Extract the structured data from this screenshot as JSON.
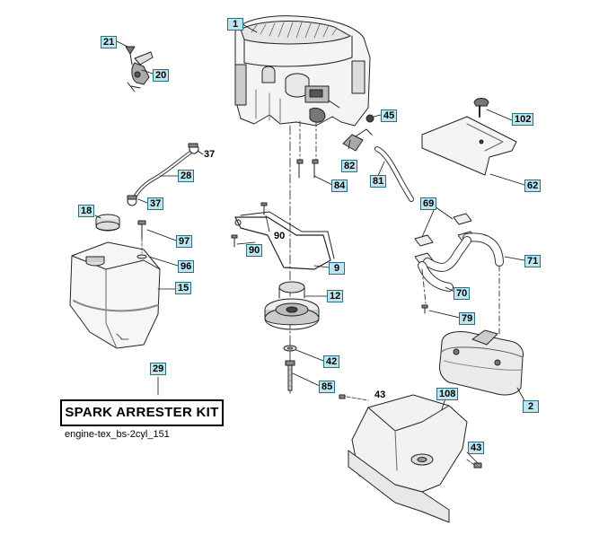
{
  "diagram": {
    "kit_label": "SPARK ARRESTER KIT",
    "caption": "engine-tex_bs-2cyl_151",
    "callouts": [
      {
        "id": "c1",
        "text": "1",
        "boxed": true
      },
      {
        "id": "c2",
        "text": "2",
        "boxed": true
      },
      {
        "id": "c9",
        "text": "9",
        "boxed": true
      },
      {
        "id": "c12",
        "text": "12",
        "boxed": true
      },
      {
        "id": "c15",
        "text": "15",
        "boxed": true
      },
      {
        "id": "c18",
        "text": "18",
        "boxed": true
      },
      {
        "id": "c20",
        "text": "20",
        "boxed": true
      },
      {
        "id": "c21",
        "text": "21",
        "boxed": true
      },
      {
        "id": "c28",
        "text": "28",
        "boxed": true
      },
      {
        "id": "c29",
        "text": "29",
        "boxed": true
      },
      {
        "id": "c37a",
        "text": "37",
        "boxed": false
      },
      {
        "id": "c37b",
        "text": "37",
        "boxed": true
      },
      {
        "id": "c42",
        "text": "42",
        "boxed": true
      },
      {
        "id": "c43a",
        "text": "43",
        "boxed": false
      },
      {
        "id": "c43b",
        "text": "43",
        "boxed": true
      },
      {
        "id": "c45",
        "text": "45",
        "boxed": true
      },
      {
        "id": "c62",
        "text": "62",
        "boxed": true
      },
      {
        "id": "c69",
        "text": "69",
        "boxed": true
      },
      {
        "id": "c70",
        "text": "70",
        "boxed": true
      },
      {
        "id": "c71",
        "text": "71",
        "boxed": true
      },
      {
        "id": "c79",
        "text": "79",
        "boxed": true
      },
      {
        "id": "c81",
        "text": "81",
        "boxed": true
      },
      {
        "id": "c82",
        "text": "82",
        "boxed": true
      },
      {
        "id": "c84",
        "text": "84",
        "boxed": true
      },
      {
        "id": "c85",
        "text": "85",
        "boxed": true
      },
      {
        "id": "c90a",
        "text": "90",
        "boxed": false
      },
      {
        "id": "c90b",
        "text": "90",
        "boxed": true
      },
      {
        "id": "c96",
        "text": "96",
        "boxed": true
      },
      {
        "id": "c97",
        "text": "97",
        "boxed": true
      },
      {
        "id": "c102",
        "text": "102",
        "boxed": true
      },
      {
        "id": "c108",
        "text": "108",
        "boxed": true
      }
    ]
  }
}
